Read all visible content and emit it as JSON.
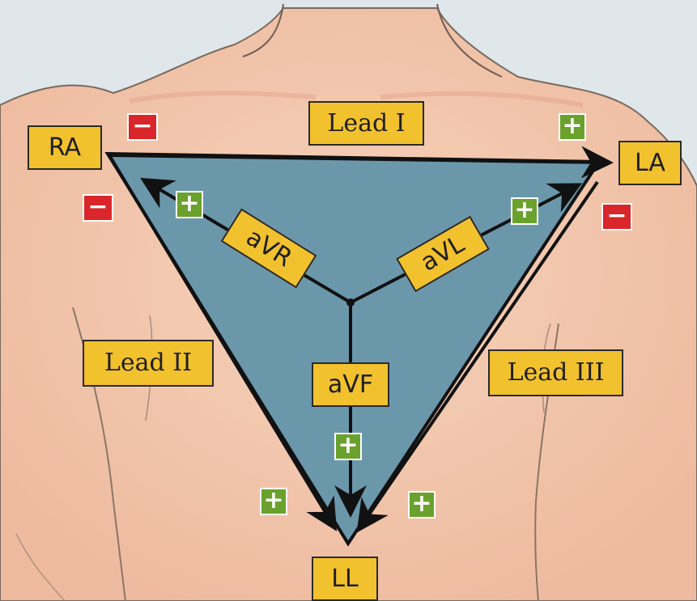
{
  "electrodes": {
    "ra": "RA",
    "la": "LA",
    "ll": "LL"
  },
  "bipolar_leads": {
    "lead1": "Lead I",
    "lead2": "Lead II",
    "lead3": "Lead III"
  },
  "augmented_leads": {
    "avr": "aVR",
    "avl": "aVL",
    "avf": "aVF"
  },
  "signs": {
    "plus": "+",
    "minus": "−"
  },
  "colors": {
    "triangle": "#6b97ab",
    "label_fill": "#f2c12e",
    "plus": "#6aa12c",
    "minus": "#d9262b",
    "skin": "#f1c9ad",
    "background": "#dfe7ea"
  }
}
